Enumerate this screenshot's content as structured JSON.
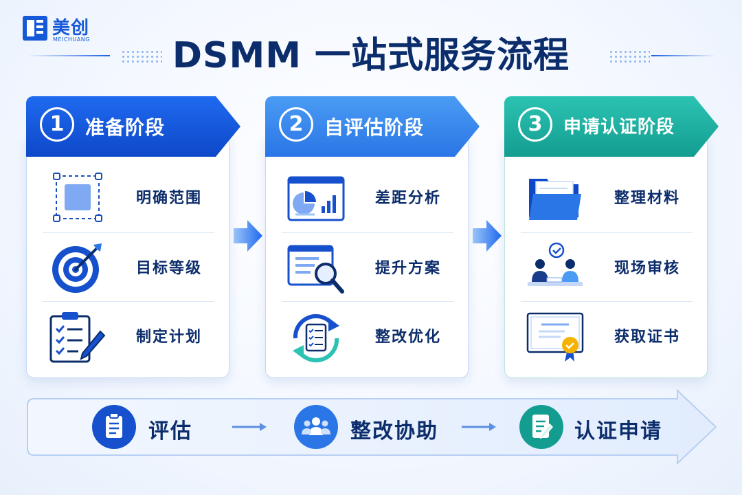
{
  "logo": {
    "text_cn": "美创",
    "text_en": "MEICHUANG"
  },
  "title": "DSMM 一站式服务流程",
  "colors": {
    "stage1": "#0e48c9",
    "stage2": "#2a76e6",
    "stage3": "#139d90",
    "title": "#0c2d6b"
  },
  "stages": [
    {
      "number": "1",
      "label": "准备阶段",
      "items": [
        {
          "label": "明确范围",
          "icon": "scope-selection-icon"
        },
        {
          "label": "目标等级",
          "icon": "target-icon"
        },
        {
          "label": "制定计划",
          "icon": "clipboard-plan-icon"
        }
      ]
    },
    {
      "number": "2",
      "label": "自评估阶段",
      "items": [
        {
          "label": "差距分析",
          "icon": "chart-dashboard-icon"
        },
        {
          "label": "提升方案",
          "icon": "document-search-icon"
        },
        {
          "label": "整改优化",
          "icon": "refresh-checklist-icon"
        }
      ]
    },
    {
      "number": "3",
      "label": "申请认证阶段",
      "items": [
        {
          "label": "整理材料",
          "icon": "folder-icon"
        },
        {
          "label": "现场审核",
          "icon": "meeting-audit-icon"
        },
        {
          "label": "获取证书",
          "icon": "certificate-icon"
        }
      ]
    }
  ],
  "flow": [
    {
      "label": "评估",
      "icon": "clipboard-icon"
    },
    {
      "label": "整改协助",
      "icon": "team-icon"
    },
    {
      "label": "认证申请",
      "icon": "document-edit-icon"
    }
  ]
}
